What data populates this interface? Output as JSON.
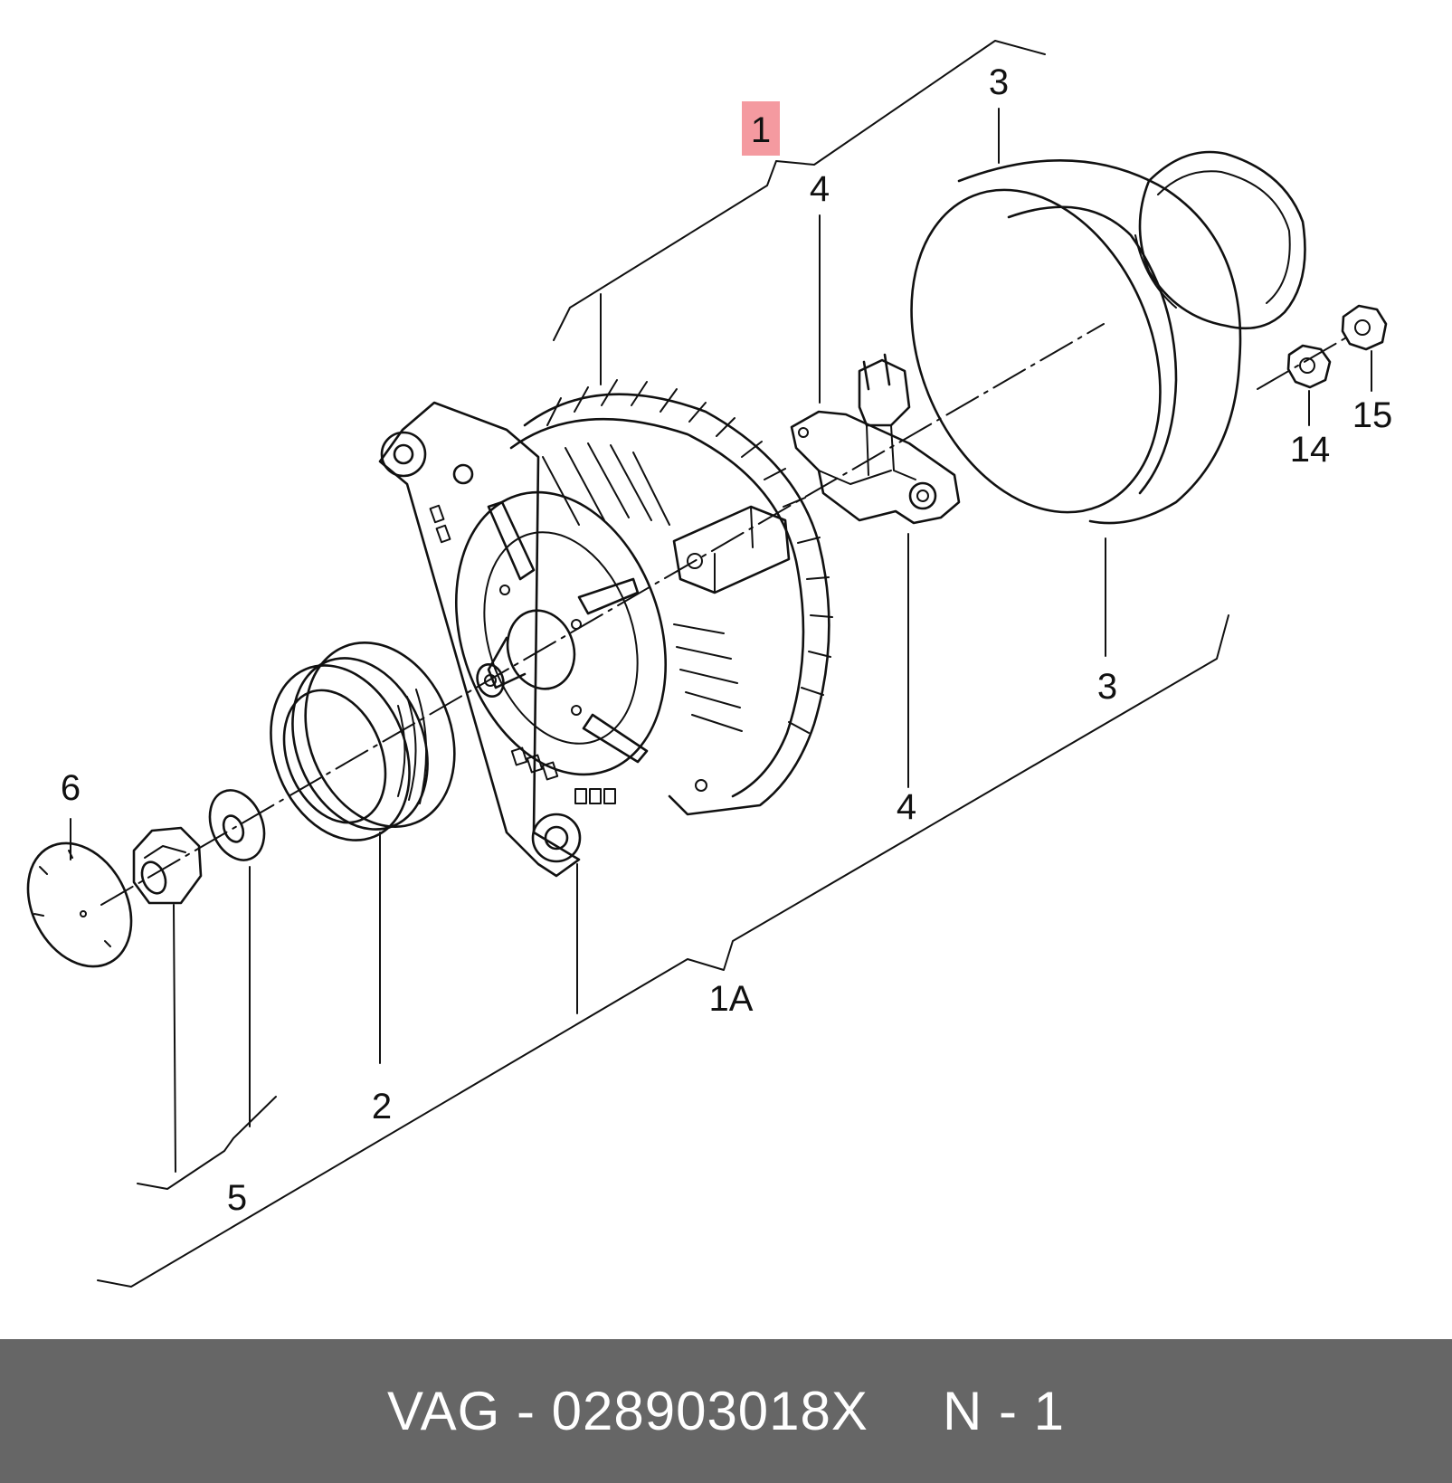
{
  "diagram": {
    "callouts": {
      "c1": "1",
      "c1a": "1A",
      "c2": "2",
      "c3_top": "3",
      "c3_bottom": "3",
      "c4_top": "4",
      "c4_bottom": "4",
      "c5": "5",
      "c6": "6",
      "c14": "14",
      "c15": "15"
    },
    "highlighted_callout": "1",
    "highlight_color": "#f49aa0"
  },
  "footer": {
    "brand_part": "VAG - 028903018X",
    "position": "N - 1",
    "background": "#666666"
  }
}
